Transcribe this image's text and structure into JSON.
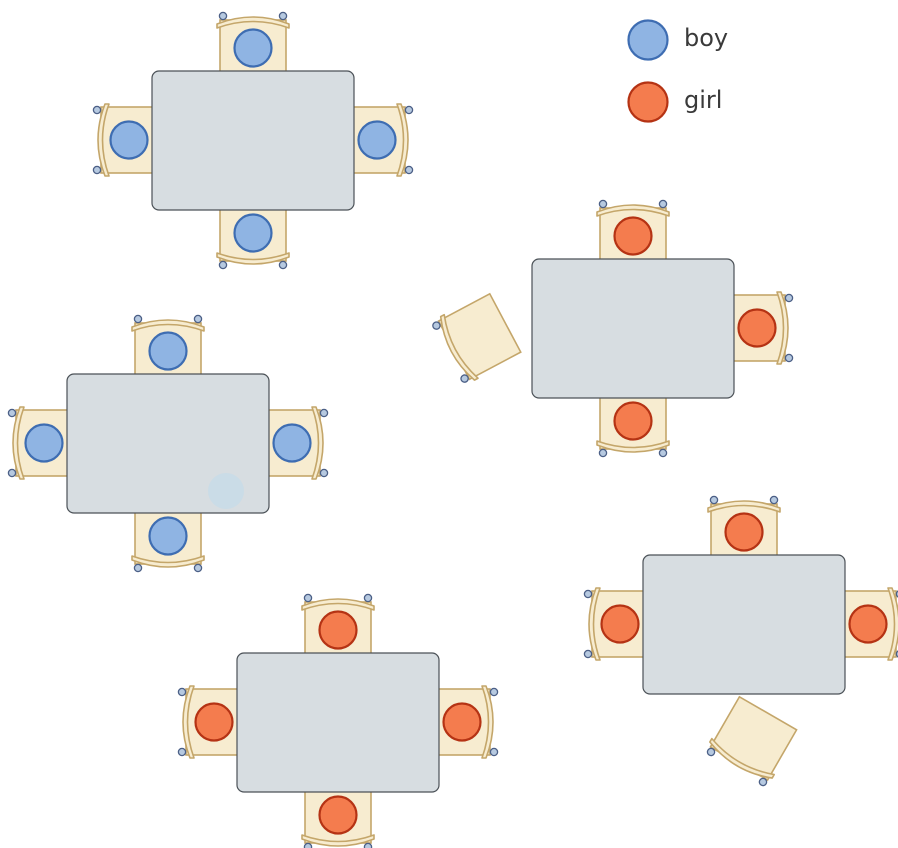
{
  "colors": {
    "boy_fill": "#8fb4e3",
    "boy_stroke": "#3e6db2",
    "girl_fill": "#f47c4e",
    "girl_stroke": "#b53314",
    "table_fill": "#d7dde1",
    "table_stroke": "#4b5157",
    "chair_fill": "#f7ecd0",
    "chair_stroke": "#c4a66a",
    "caster_fill": "#b6c9e0",
    "caster_stroke": "#4b5f86"
  },
  "legend": [
    {
      "key": "boy",
      "label": "boy"
    },
    {
      "key": "girl",
      "label": "girl"
    }
  ],
  "groups": [
    {
      "name": "boys-table-top",
      "seats": [
        "boy",
        "boy",
        "boy",
        "boy"
      ],
      "empty": []
    },
    {
      "name": "girls-table-right",
      "seats": [
        "girl",
        "girl",
        "girl"
      ],
      "empty": [
        "left"
      ]
    },
    {
      "name": "boys-table-left",
      "seats": [
        "boy",
        "boy",
        "boy",
        "boy"
      ],
      "empty": []
    },
    {
      "name": "girls-table-lower-right",
      "seats": [
        "girl",
        "girl",
        "girl"
      ],
      "empty": [
        "bottom"
      ]
    },
    {
      "name": "girls-table-bottom",
      "seats": [
        "girl",
        "girl",
        "girl",
        "girl"
      ],
      "empty": []
    }
  ]
}
